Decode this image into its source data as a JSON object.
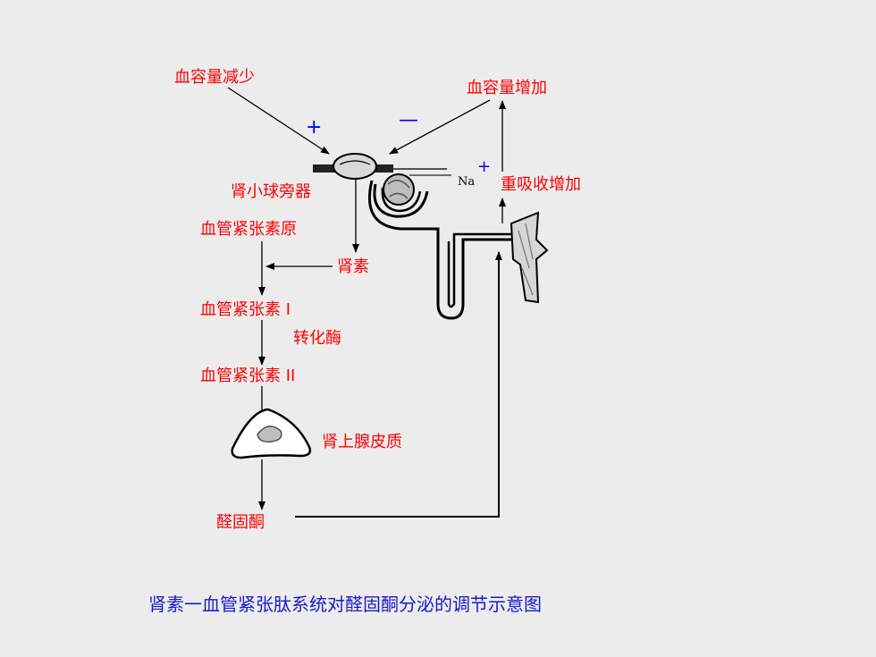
{
  "labels": {
    "blood_volume_decrease": "血容量减少",
    "blood_volume_increase": "血容量增加",
    "plus_sign": "+",
    "minus_sign": "—",
    "na_symbol": "Na",
    "na_charge": "+",
    "reabsorption_increase": "重吸收增加",
    "juxtaglomerular": "肾小球旁器",
    "angiotensinogen": "血管紧张素原",
    "renin": "肾素",
    "angiotensin_1": "血管紧张素 I",
    "converting_enzyme": "转化酶",
    "angiotensin_2": "血管紧张素 II",
    "adrenal_cortex": "肾上腺皮质",
    "aldosterone": "醛固酮"
  },
  "caption": "肾素一血管紧张肽系统对醛固酮分泌的调节示意图",
  "colors": {
    "label_red": "#ff0000",
    "sign_blue": "#0000ff",
    "caption_blue": "#1a1acc",
    "background": "#ececec"
  }
}
